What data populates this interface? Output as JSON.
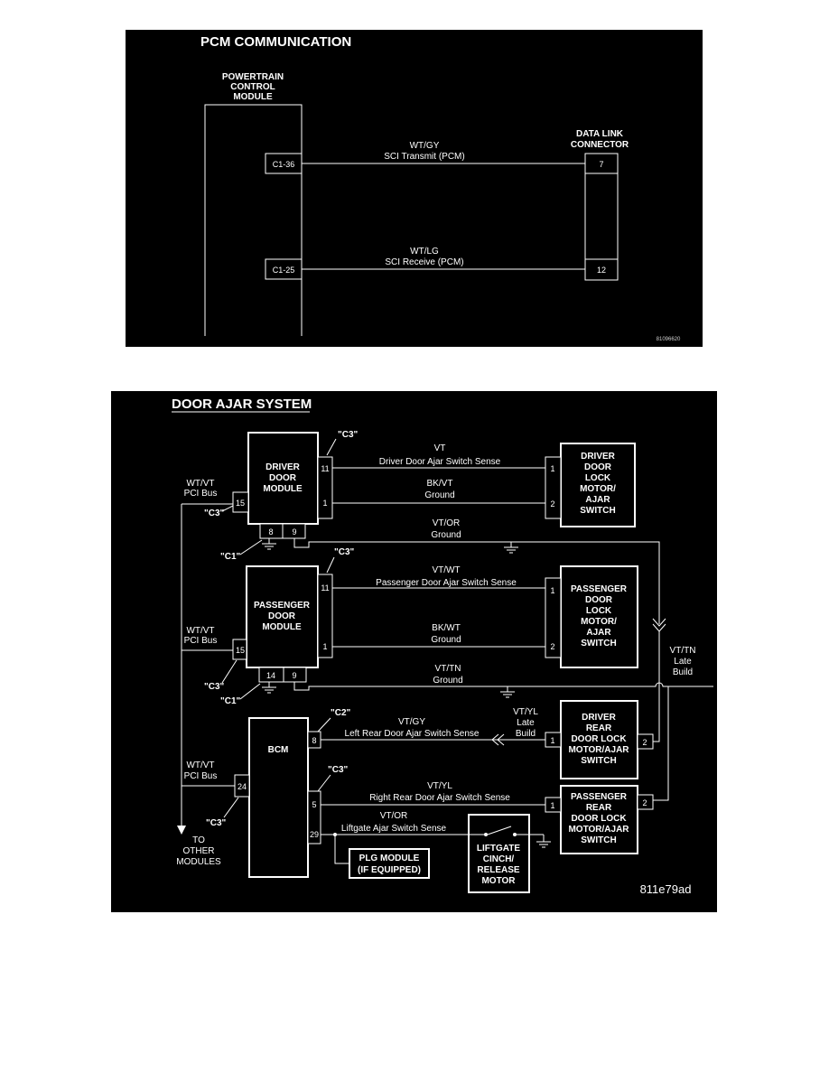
{
  "pcm": {
    "title": "PCM COMMUNICATION",
    "module_line1": "POWERTRAIN",
    "module_line2": "CONTROL",
    "module_line3": "MODULE",
    "dlc_line1": "DATA LINK",
    "dlc_line2": "CONNECTOR",
    "wires": [
      {
        "pin_from": "C1-36",
        "color": "WT/GY",
        "desc": "SCI Transmit (PCM)",
        "pin_to": "7"
      },
      {
        "pin_from": "C1-25",
        "color": "WT/LG",
        "desc": "SCI Receive (PCM)",
        "pin_to": "12"
      }
    ],
    "code": "81096620"
  },
  "door": {
    "title": "DOOR AJAR SYSTEM",
    "driver_module": [
      "DRIVER",
      "DOOR",
      "MODULE"
    ],
    "passenger_module": [
      "PASSENGER",
      "DOOR",
      "MODULE"
    ],
    "bcm": "BCM",
    "driver_lock": [
      "DRIVER",
      "DOOR",
      "LOCK",
      "MOTOR/",
      "AJAR",
      "SWITCH"
    ],
    "passenger_lock": [
      "PASSENGER",
      "DOOR",
      "LOCK",
      "MOTOR/",
      "AJAR",
      "SWITCH"
    ],
    "driver_rear": [
      "DRIVER",
      "REAR",
      "DOOR LOCK",
      "MOTOR/AJAR",
      "SWITCH"
    ],
    "passenger_rear": [
      "PASSENGER",
      "REAR",
      "DOOR LOCK",
      "MOTOR/AJAR",
      "SWITCH"
    ],
    "liftgate": [
      "LIFTGATE",
      "CINCH/",
      "RELEASE",
      "MOTOR"
    ],
    "plg": [
      "PLG MODULE",
      "(IF EQUIPPED)"
    ],
    "to_other": [
      "TO",
      "OTHER",
      "MODULES"
    ],
    "connectors": {
      "c1": "\"C1\"",
      "c2": "\"C2\"",
      "c3": "\"C3\""
    },
    "pci_color": "WT/VT",
    "pci_bus": "PCI Bus",
    "wires": {
      "drv_sense_color": "VT",
      "drv_sense_desc": "Driver Door Ajar Switch Sense",
      "drv_ground_color": "BK/VT",
      "drv_ground_desc": "Ground",
      "drv_mod_ground_color": "VT/OR",
      "drv_mod_ground_desc": "Ground",
      "pass_sense_color": "VT/WT",
      "pass_sense_desc": "Passenger Door Ajar Switch Sense",
      "pass_ground_color": "BK/WT",
      "pass_ground_desc": "Ground",
      "pass_mod_ground_color": "VT/TN",
      "pass_mod_ground_desc": "Ground",
      "late_build_right": [
        "VT/TN",
        "Late",
        "Build"
      ],
      "late_build_mid": [
        "VT/YL",
        "Late",
        "Build"
      ],
      "lr_color": "VT/GY",
      "lr_desc": "Left Rear Door Ajar Switch Sense",
      "rr_color": "VT/YL",
      "rr_desc": "Right Rear Door Ajar Switch Sense",
      "lg_color": "VT/OR",
      "lg_desc": "Liftgate Ajar Switch Sense"
    },
    "pins": {
      "p11": "11",
      "p1": "1",
      "p15": "15",
      "p8": "8",
      "p9": "9",
      "p14": "14",
      "p2": "2",
      "p24": "24",
      "p5": "5",
      "p29": "29"
    },
    "code": "811e79ad"
  }
}
